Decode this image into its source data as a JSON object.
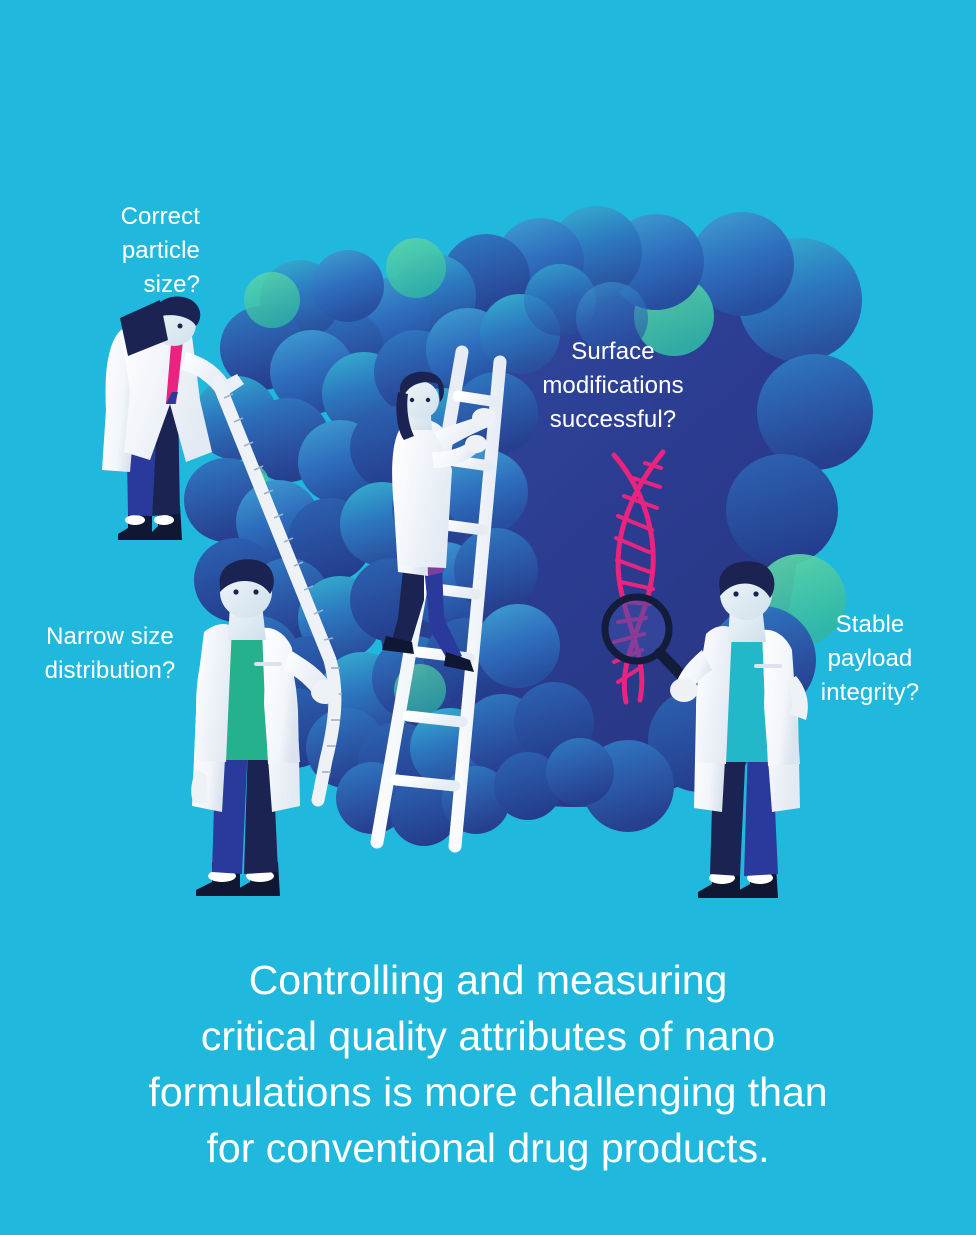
{
  "background_color": "#21b8de",
  "illustration": {
    "name": "nanoparticle-cluster-with-scientists",
    "core_color": "#2b3b8f",
    "sphere_colors": [
      "#2e6fc0",
      "#3a86c8",
      "#2f5fae",
      "#2a4f9e",
      "#3f9fd0"
    ],
    "accent_green": "#45c6a0",
    "dna_color": "#e8247f",
    "lab_coat_color": "#ffffff",
    "characters": [
      {
        "name": "scientist-with-clipboard",
        "shirt_color": "#e8247f",
        "pants_color": "#2a3a9c",
        "prop": "clipboard"
      },
      {
        "name": "scientist-with-measuring-tape",
        "shirt_color": "#25b18c",
        "pants_color": "#2a3a9c",
        "prop": "measuring-tape"
      },
      {
        "name": "scientist-climbing-ladder",
        "shirt_color": "#ffffff",
        "pants_color": "#2a3a9c",
        "prop": "ladder"
      },
      {
        "name": "scientist-with-magnifier",
        "shirt_color": "#22b8c9",
        "pants_color": "#2a3a9c",
        "prop": "magnifying-glass"
      }
    ]
  },
  "labels": {
    "particle_size": "Correct\nparticle\nsize?",
    "surface_modifications": "Surface\nmodifications\nsuccessful?",
    "narrow_distribution": "Narrow size\ndistribution?",
    "payload_integrity": "Stable\npayload\nintegrity?"
  },
  "caption": {
    "text": "Controlling and measuring\ncritical quality attributes of nano\nformulations is more challenging than\nfor conventional drug products.",
    "color": "#ffffff"
  }
}
